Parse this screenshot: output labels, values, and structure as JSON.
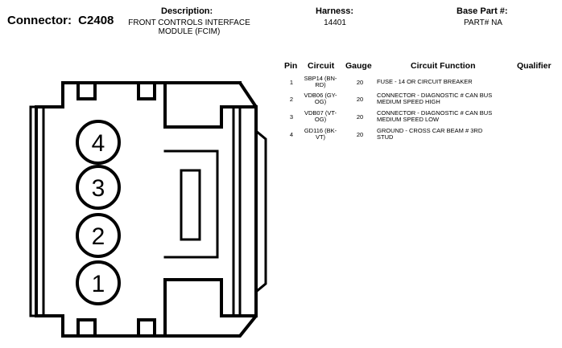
{
  "header": {
    "connector_label": "Connector:",
    "connector_id": "C2408",
    "description_label": "Description:",
    "description_line1": "FRONT CONTROLS INTERFACE",
    "description_line2": "MODULE (FCIM)",
    "harness_label": "Harness:",
    "harness_value": "14401",
    "base_part_label": "Base Part #:",
    "base_part_value": "PART# NA"
  },
  "table": {
    "headers": {
      "pin": "Pin",
      "circuit": "Circuit",
      "gauge": "Gauge",
      "function": "Circuit Function",
      "qualifier": "Qualifier"
    },
    "rows": [
      {
        "pin": "1",
        "circuit_l1": "SBP14 (BN-",
        "circuit_l2": "RD)",
        "gauge": "20",
        "function_l1": "FUSE - 14 OR CIRCUIT BREAKER",
        "function_l2": ""
      },
      {
        "pin": "2",
        "circuit_l1": "VDB06 (GY-",
        "circuit_l2": "OG)",
        "gauge": "20",
        "function_l1": "CONNECTOR - DIAGNOSTIC # CAN BUS",
        "function_l2": "MEDIUM SPEED HIGH"
      },
      {
        "pin": "3",
        "circuit_l1": "VDB07 (VT-",
        "circuit_l2": "OG)",
        "gauge": "20",
        "function_l1": "CONNECTOR - DIAGNOSTIC # CAN BUS",
        "function_l2": "MEDIUM SPEED LOW"
      },
      {
        "pin": "4",
        "circuit_l1": "GD116 (BK-",
        "circuit_l2": "VT)",
        "gauge": "20",
        "function_l1": "GROUND - CROSS CAR BEAM # 3RD",
        "function_l2": "STUD"
      }
    ]
  },
  "diagram": {
    "pin_labels": [
      "4",
      "3",
      "2",
      "1"
    ]
  }
}
